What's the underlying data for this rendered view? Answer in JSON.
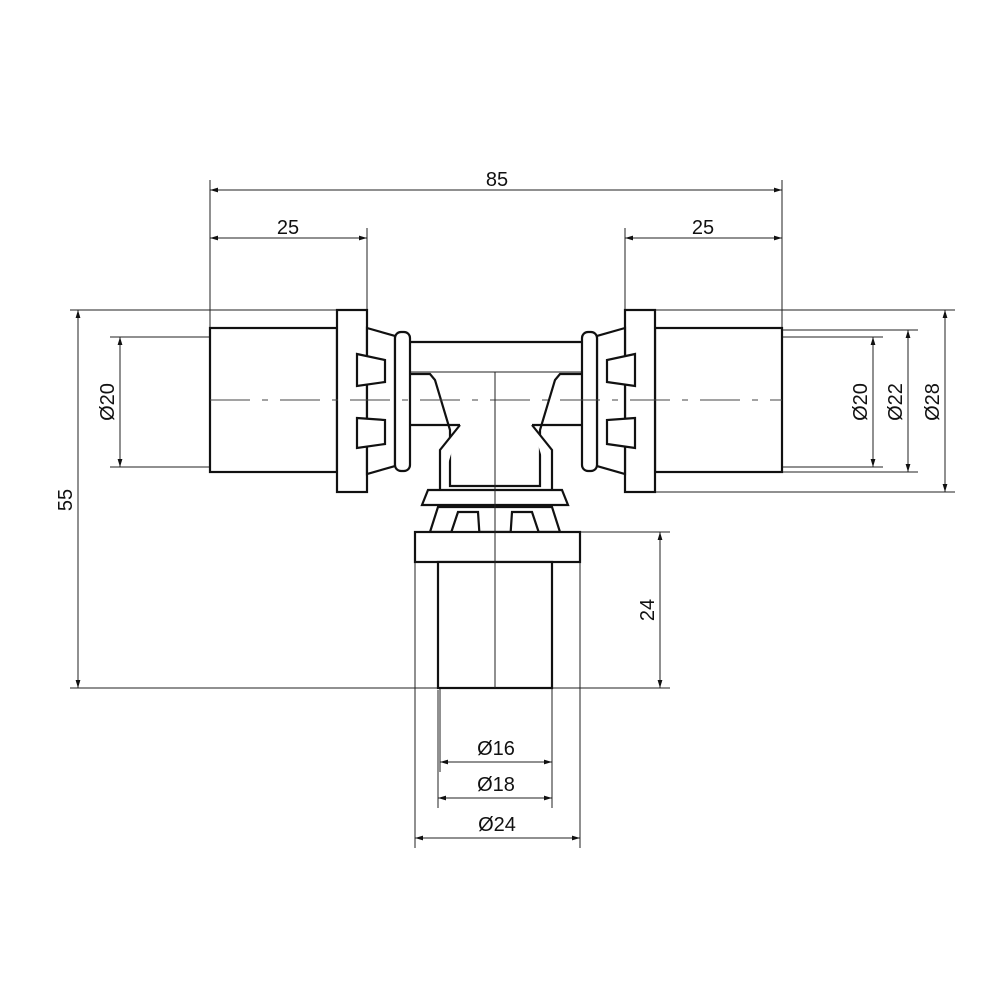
{
  "dimensions": {
    "overall_length": "85",
    "left_socket_length": "25",
    "right_socket_length": "25",
    "height": "55",
    "branch_length": "24",
    "left_d_inner": "Ø20",
    "right_d_inner": "Ø20",
    "right_d_mid": "Ø22",
    "right_d_outer": "Ø28",
    "branch_d_inner": "Ø16",
    "branch_d_mid": "Ø18",
    "branch_d_outer": "Ø24"
  }
}
